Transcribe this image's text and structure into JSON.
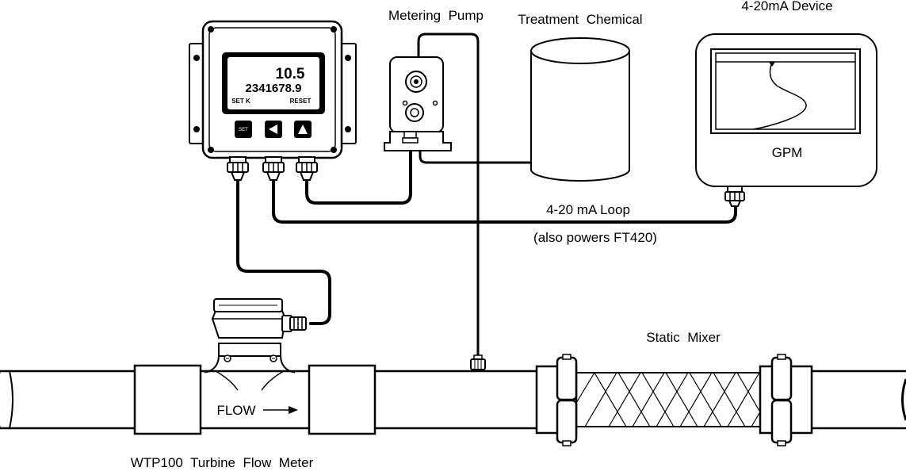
{
  "labels": {
    "metering_pump": "Metering  Pump",
    "treatment_chemical": "Treatment  Chemical",
    "device": "4-20mA Device",
    "gpm": "GPM",
    "loop": "4-20 mA Loop",
    "loop_note": "(also powers FT420)",
    "static_mixer": "Static  Mixer",
    "flow": "FLOW",
    "flow_meter": "WTP100  Turbine  Flow  Meter"
  },
  "display": {
    "rate": "10.5",
    "total": "2341678.9",
    "softkey_left": "SET K",
    "softkey_right": "RESET",
    "set_button": "SET"
  },
  "colors": {
    "line": "#000000",
    "background": "#ffffff",
    "screen": "#000000"
  }
}
